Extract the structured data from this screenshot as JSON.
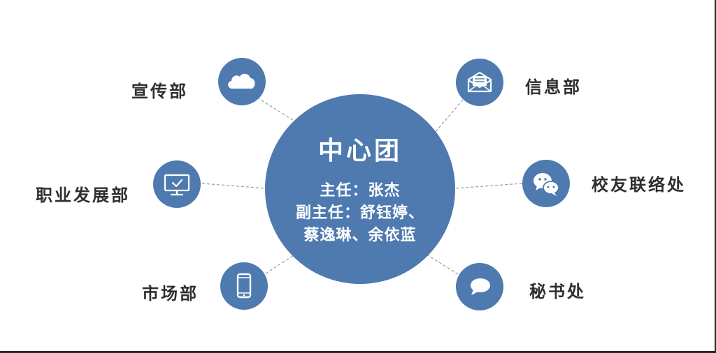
{
  "center": {
    "title": "中心团",
    "line1": "主任：张杰",
    "line2": "副主任：舒钰婷、",
    "line3": "蔡逸琳、余依蓝"
  },
  "departments": [
    {
      "label": "宣传部",
      "icon": "cloud-icon"
    },
    {
      "label": "职业发展部",
      "icon": "monitor-check-icon"
    },
    {
      "label": "市场部",
      "icon": "smartphone-icon"
    },
    {
      "label": "信息部",
      "icon": "envelope-icon"
    },
    {
      "label": "校友联络处",
      "icon": "wechat-icon"
    },
    {
      "label": "秘书处",
      "icon": "chat-bubble-icon"
    }
  ],
  "colors": {
    "node_fill": "#4e7ab0",
    "label_text": "#2f2f2f",
    "connector": "#9a9a9a"
  }
}
